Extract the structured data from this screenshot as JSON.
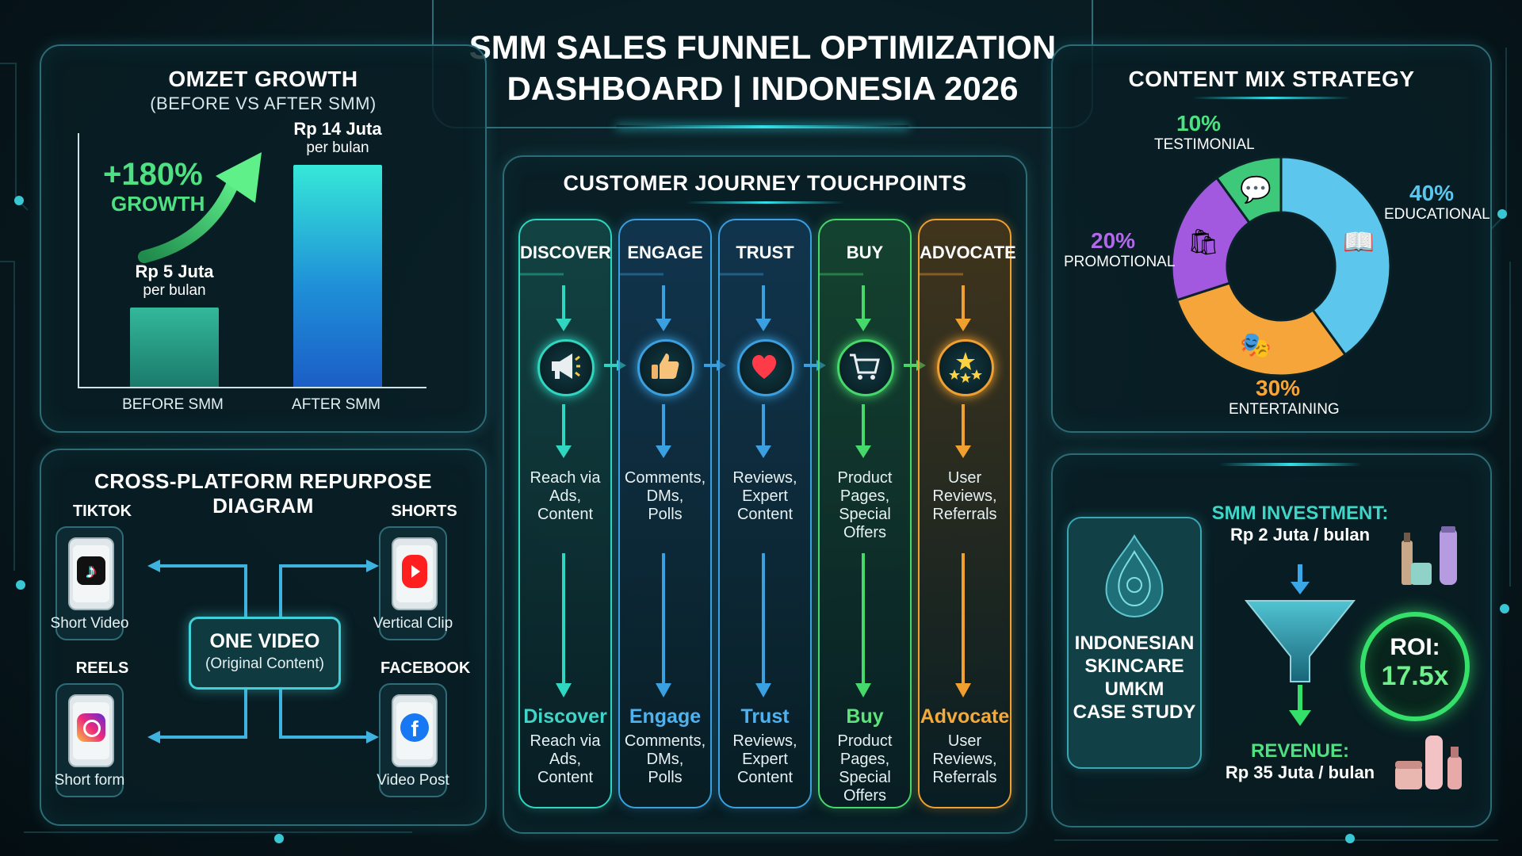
{
  "header": {
    "title_line1": "SMM SALES FUNNEL OPTIMIZATION",
    "title_line2": "DASHBOARD | INDONESIA 2026"
  },
  "omzet": {
    "title": "OMZET GROWTH",
    "subtitle": "(BEFORE VS AFTER SMM)",
    "growth_pct": "+180%",
    "growth_label": "GROWTH",
    "before": {
      "value_label": "Rp 5 Juta",
      "unit": "per bulan",
      "axis_label": "BEFORE SMM",
      "value": 5
    },
    "after": {
      "value_label": "Rp 14 Juta",
      "unit": "per bulan",
      "axis_label": "AFTER SMM",
      "value": 14
    }
  },
  "platform": {
    "title": "CROSS-PLATFORM REPURPOSE DIAGRAM",
    "center_title": "ONE VIDEO",
    "center_sub": "(Original Content)",
    "tiktok": {
      "name": "TIKTOK",
      "caption": "Short Video",
      "icon": "tiktok-icon"
    },
    "shorts": {
      "name": "SHORTS",
      "caption": "Vertical Clip",
      "icon": "youtube-shorts-icon"
    },
    "reels": {
      "name": "REELS",
      "caption": "Short form",
      "icon": "instagram-icon"
    },
    "facebook": {
      "name": "FACEBOOK",
      "caption": "Video Post",
      "icon": "facebook-icon"
    }
  },
  "journey": {
    "title": "CUSTOMER JOURNEY TOUCHPOINTS",
    "stages": [
      {
        "head": "DISCOVER",
        "icon": "megaphone-icon",
        "desc_lines": [
          "Reach via",
          "Ads,",
          "Content"
        ],
        "stage": "Discover",
        "color": "#2fd6c0"
      },
      {
        "head": "ENGAGE",
        "icon": "thumbs-up-icon",
        "desc_lines": [
          "Comments,",
          "DMs,",
          "Polls"
        ],
        "stage": "Engage",
        "color": "#3aa0e0"
      },
      {
        "head": "TRUST",
        "icon": "heart-icon",
        "desc_lines": [
          "Reviews,",
          "Expert",
          "Content"
        ],
        "stage": "Trust",
        "color": "#3aa0e0"
      },
      {
        "head": "BUY",
        "icon": "cart-icon",
        "desc_lines": [
          "Product",
          "Pages,",
          "Special",
          "Offers"
        ],
        "stage": "Buy",
        "color": "#46d86a"
      },
      {
        "head": "ADVOCATE",
        "icon": "stars-icon",
        "desc_lines": [
          "User",
          "Reviews,",
          "Referrals"
        ],
        "stage": "Advocate",
        "color": "#f0a030"
      }
    ]
  },
  "content_mix": {
    "title": "CONTENT MIX STRATEGY",
    "segments": [
      {
        "name": "EDUCATIONAL",
        "pct": "40%",
        "value": 40,
        "color": "#5cc6ec",
        "icon": "book-icon"
      },
      {
        "name": "ENTERTAINING",
        "pct": "30%",
        "value": 30,
        "color": "#f6a53a",
        "icon": "theater-masks-icon"
      },
      {
        "name": "PROMOTIONAL",
        "pct": "20%",
        "value": 20,
        "color": "#a259e0",
        "icon": "shopping-bag-icon"
      },
      {
        "name": "TESTIMONIAL",
        "pct": "10%",
        "value": 10,
        "color": "#3ec97a",
        "icon": "chat-bubbles-icon"
      }
    ]
  },
  "case_study": {
    "title_lines": [
      "INDONESIAN",
      "SKINCARE",
      "UMKM",
      "CASE STUDY"
    ],
    "investment_label": "SMM INVESTMENT:",
    "investment_value": "Rp 2 Juta / bulan",
    "roi_label": "ROI:",
    "roi_value": "17.5x",
    "revenue_label": "REVENUE:",
    "revenue_value": "Rp 35 Juta / bulan"
  }
}
